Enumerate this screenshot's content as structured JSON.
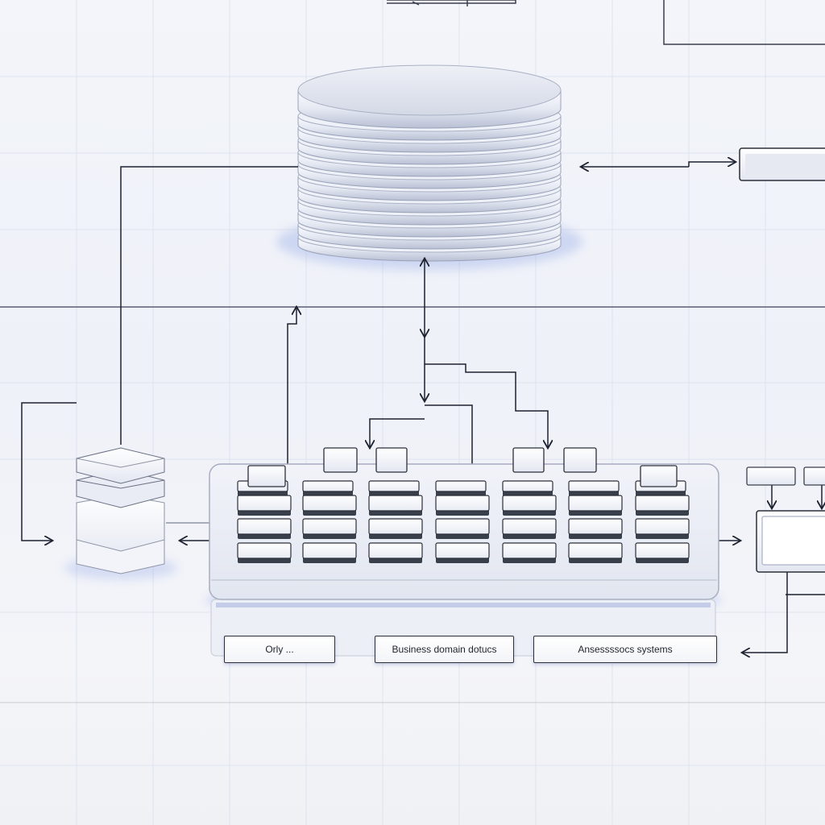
{
  "diagram": {
    "labels": {
      "only": "Orly ...",
      "business_domain": "Business domain dotucs",
      "assessment": "Ansessssocs systems"
    },
    "colors": {
      "background": "#f2f4f9",
      "grid": "#dfe4ef",
      "line": "#1d2230",
      "box_fill": "#f7f8fc",
      "box_stroke": "#3a3f4c",
      "accent_glow": "#7d95e8"
    },
    "components": [
      "database-cylinder",
      "server-stack",
      "key-grid-platform",
      "output-panel",
      "small-node"
    ]
  }
}
